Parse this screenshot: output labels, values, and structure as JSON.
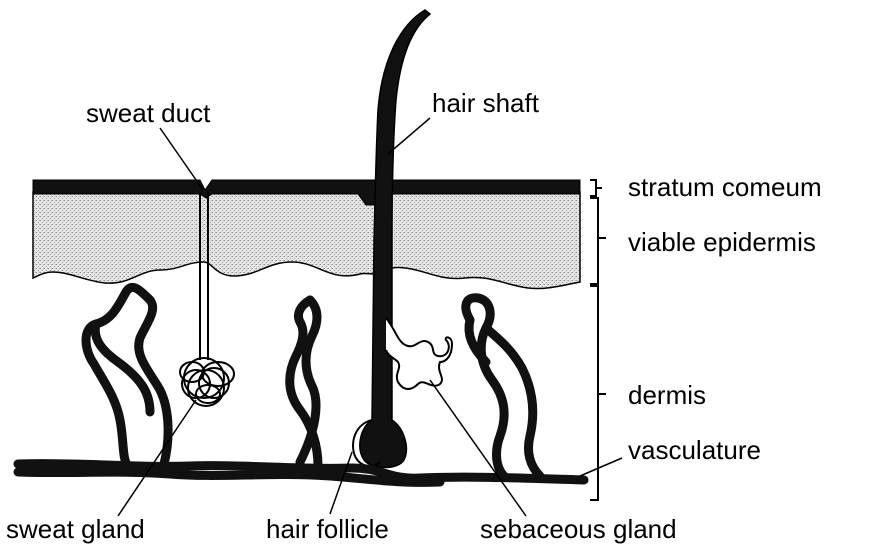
{
  "labels": {
    "sweat_duct": "sweat duct",
    "hair_shaft": "hair shaft",
    "stratum_corneum": "stratum comeum",
    "viable_epidermis": "viable epidermis",
    "dermis": "dermis",
    "vasculature": "vasculature",
    "sweat_gland": "sweat gland",
    "hair_follicle": "hair follicle",
    "sebaceous_gland": "sebaceous gland"
  },
  "colors": {
    "ink": "#000000",
    "epidermis_fill": "#d9d9d9",
    "background": "#ffffff"
  }
}
